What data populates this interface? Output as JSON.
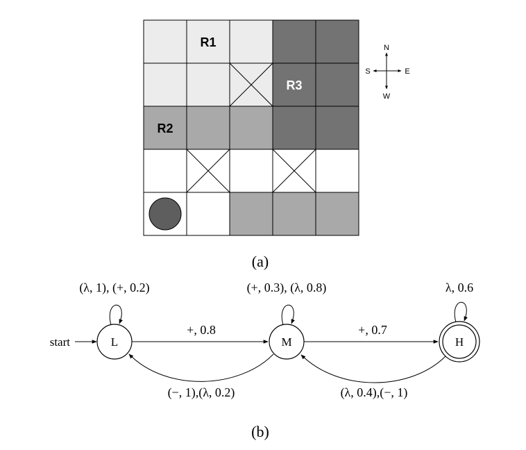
{
  "grid": {
    "rows": 5,
    "cols": 5,
    "colors": {
      "light": "#ececec",
      "medium": "#a9a9a9",
      "dark": "#737373",
      "white": "#ffffff",
      "agent": "#5e5e5e"
    },
    "cells": [
      [
        "light",
        "light",
        "light",
        "dark",
        "dark"
      ],
      [
        "light",
        "light",
        "light",
        "dark",
        "dark"
      ],
      [
        "medium",
        "medium",
        "medium",
        "dark",
        "dark"
      ],
      [
        "white",
        "white",
        "white",
        "white",
        "white"
      ],
      [
        "white",
        "white",
        "medium",
        "medium",
        "medium"
      ]
    ],
    "blocked": [
      [
        1,
        2
      ],
      [
        3,
        1
      ],
      [
        3,
        3
      ]
    ],
    "agent": [
      4,
      0
    ],
    "region_labels": [
      {
        "text": "R1",
        "row": 0,
        "col": 1,
        "color": "#000000"
      },
      {
        "text": "R2",
        "row": 2,
        "col": 0,
        "color": "#000000"
      },
      {
        "text": "R3",
        "row": 1,
        "col": 3,
        "color": "#ffffff"
      }
    ]
  },
  "compass": {
    "n": "N",
    "s": "S",
    "e": "E",
    "w": "W"
  },
  "caption_a": "(a)",
  "caption_b": "(b)",
  "automaton": {
    "start_label": "start",
    "states": [
      {
        "id": "L",
        "label": "L",
        "accepting": false
      },
      {
        "id": "M",
        "label": "M",
        "accepting": false
      },
      {
        "id": "H",
        "label": "H",
        "accepting": true
      }
    ],
    "self_loops": [
      {
        "state": "L",
        "label": "(λ, 1), (+, 0.2)"
      },
      {
        "state": "M",
        "label": "(+, 0.3), (λ, 0.8)"
      },
      {
        "state": "H",
        "label": "λ, 0.6"
      }
    ],
    "edges": [
      {
        "from": "L",
        "to": "M",
        "label": "+, 0.8"
      },
      {
        "from": "M",
        "to": "H",
        "label": "+, 0.7"
      },
      {
        "from": "M",
        "to": "L",
        "label": "(−, 1),(λ, 0.2)"
      },
      {
        "from": "H",
        "to": "M",
        "label": "(λ, 0.4),(−, 1)"
      }
    ]
  }
}
